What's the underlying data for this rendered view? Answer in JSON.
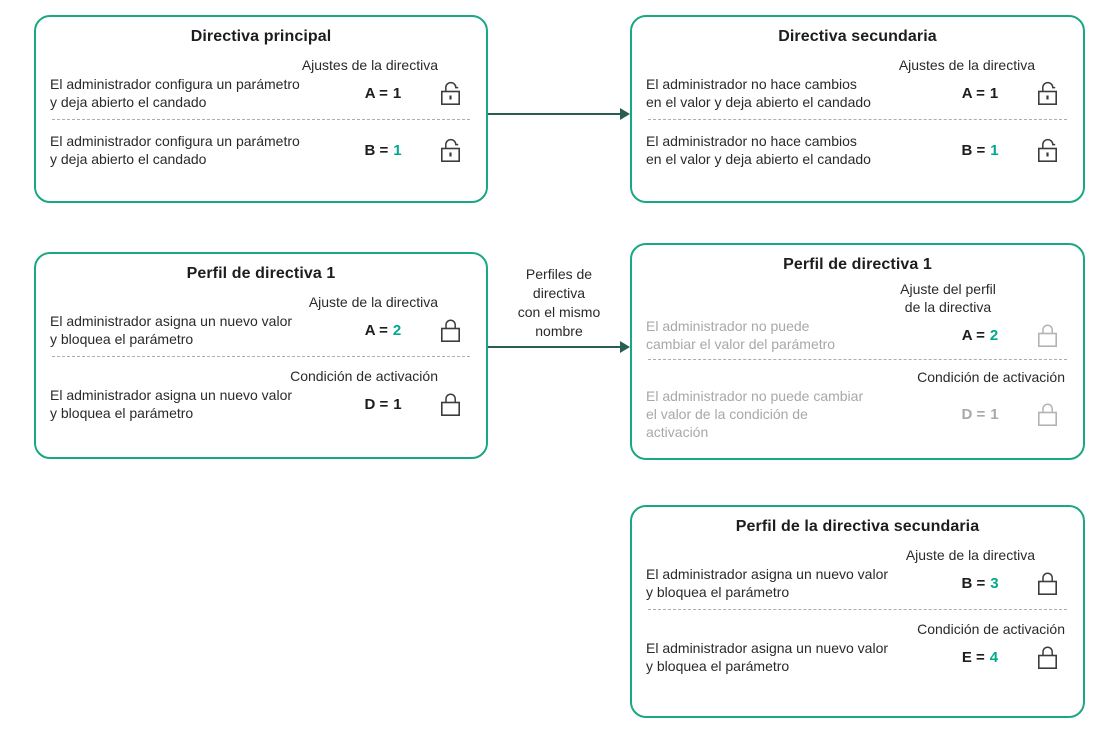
{
  "colors": {
    "box_border": "#1ba784",
    "accent": "#00a88e",
    "muted_text": "#a8a8a8",
    "arrow": "#2b5e53",
    "text": "#2a2a2c"
  },
  "flow": {
    "label": "Perfiles de\ndirectiva\ncon el mismo\nnombre"
  },
  "boxes": [
    {
      "title": "Directiva principal",
      "sections": [
        {
          "header": "Ajustes de la directiva",
          "description": "El administrador configura un parámetro\ny deja abierto el candado",
          "value_label": "A =",
          "value_number": "1",
          "lock": "open"
        },
        {
          "description": "El administrador configura un parámetro\ny deja abierto el candado",
          "value_label": "B =",
          "value_number": "1",
          "lock": "open"
        }
      ]
    },
    {
      "title": "Directiva secundaria",
      "sections": [
        {
          "header": "Ajustes de la directiva",
          "description": "El administrador no hace cambios\nen el valor y deja abierto el candado",
          "value_label": "A =",
          "value_number": "1",
          "lock": "open"
        },
        {
          "description": "El administrador no hace cambios\nen el valor y deja abierto el candado",
          "value_label": "B =",
          "value_number": "1",
          "lock": "open"
        }
      ]
    },
    {
      "title": "Perfil de directiva 1",
      "sections": [
        {
          "header": "Ajuste de la directiva",
          "description": "El administrador asigna un nuevo valor\ny bloquea el parámetro",
          "value_label": "A =",
          "value_number": "2",
          "lock": "closed"
        },
        {
          "header": "Condición de activación",
          "description": "El administrador asigna un nuevo valor\ny bloquea el parámetro",
          "value_label": "D =",
          "value_number": "1",
          "lock": "closed"
        }
      ]
    },
    {
      "title": "Perfil de directiva 1",
      "sections": [
        {
          "header": "Ajuste del perfil\nde la directiva",
          "description": "El administrador no puede\ncambiar el valor del parámetro",
          "value_label": "A =",
          "value_number": "2",
          "lock": "closed"
        },
        {
          "header": "Condición de activación",
          "description": "El administrador no puede cambiar\nel valor de la condición de\nactivación",
          "value_label": "D =",
          "value_number": "1",
          "lock": "closed"
        }
      ]
    },
    {
      "title": "Perfil de la directiva secundaria",
      "sections": [
        {
          "header": "Ajuste de la directiva",
          "description": "El administrador asigna un nuevo valor\ny bloquea el parámetro",
          "value_label": "B =",
          "value_number": "3",
          "lock": "closed"
        },
        {
          "header": "Condición de activación",
          "description": "El administrador asigna un nuevo valor\ny bloquea el parámetro",
          "value_label": "E =",
          "value_number": "4",
          "lock": "closed"
        }
      ]
    }
  ]
}
